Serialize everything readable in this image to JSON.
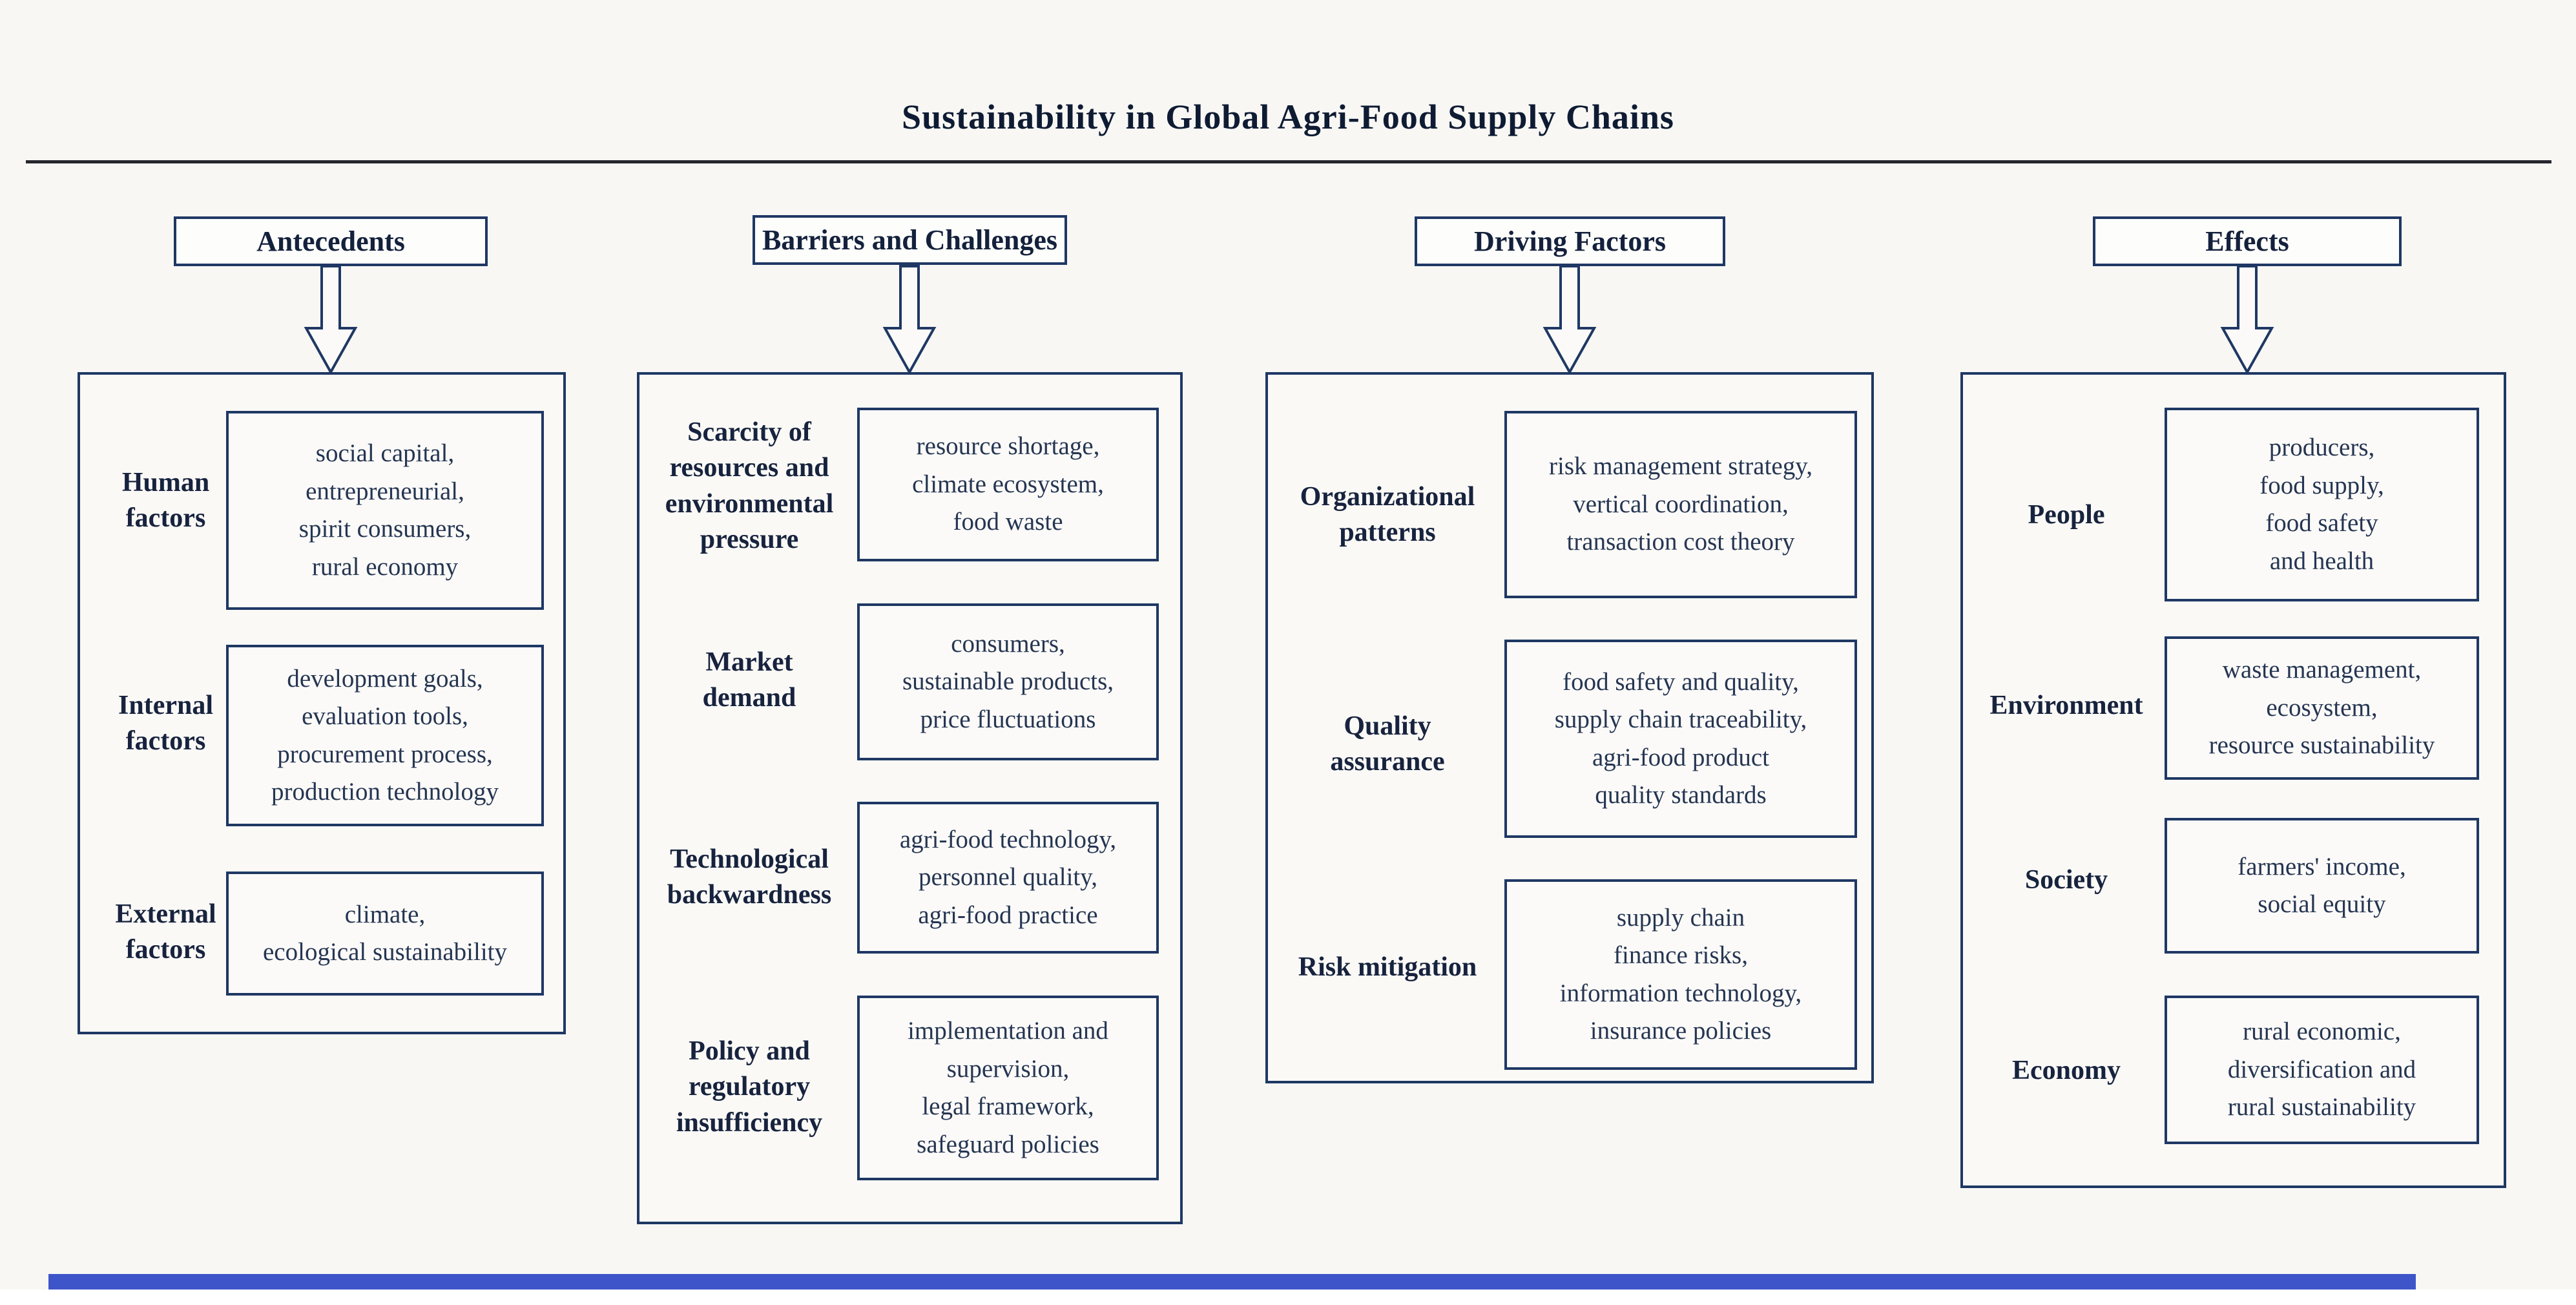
{
  "title": "Sustainability in Global Agri-Food Supply Chains",
  "colors": {
    "border_navy": "#1f3864",
    "background": "#f8f7f4",
    "divider": "#26262e",
    "bottom_accent_bar": "#3d55c9",
    "text": "#17233e"
  },
  "columns": [
    {
      "header": "Antecedents",
      "rows": [
        {
          "label": [
            "Human",
            "factors"
          ],
          "items": [
            "social capital,",
            "entrepreneurial,",
            "spirit consumers,",
            "rural economy"
          ]
        },
        {
          "label": [
            "Internal",
            "factors"
          ],
          "items": [
            "development goals,",
            "evaluation tools,",
            "procurement process,",
            "production technology"
          ]
        },
        {
          "label": [
            "External",
            "factors"
          ],
          "items": [
            "climate,",
            "ecological sustainability"
          ]
        }
      ]
    },
    {
      "header": "Barriers and Challenges",
      "rows": [
        {
          "label": [
            "Scarcity of",
            "resources and",
            "environmental",
            "pressure"
          ],
          "items": [
            "resource shortage,",
            "climate ecosystem,",
            "food waste"
          ]
        },
        {
          "label": [
            "Market",
            "demand"
          ],
          "items": [
            "consumers,",
            "sustainable products,",
            "price fluctuations"
          ]
        },
        {
          "label": [
            "Technological",
            "backwardness"
          ],
          "items": [
            "agri-food technology,",
            "personnel quality,",
            "agri-food practice"
          ]
        },
        {
          "label": [
            "Policy and",
            "regulatory",
            "insufficiency"
          ],
          "items": [
            "implementation and",
            "supervision,",
            "legal framework,",
            "safeguard policies"
          ]
        }
      ]
    },
    {
      "header": "Driving Factors",
      "rows": [
        {
          "label": [
            "Organizational",
            "patterns"
          ],
          "items": [
            "risk management strategy,",
            "vertical coordination,",
            "transaction cost theory"
          ]
        },
        {
          "label": [
            "Quality",
            "assurance"
          ],
          "items": [
            "food safety and quality,",
            "supply chain traceability,",
            "agri-food product",
            "quality standards"
          ]
        },
        {
          "label": [
            "Risk mitigation"
          ],
          "items": [
            "supply chain",
            "finance risks,",
            "information technology,",
            "insurance policies"
          ]
        }
      ]
    },
    {
      "header": "Effects",
      "rows": [
        {
          "label": [
            "People"
          ],
          "items": [
            "producers,",
            "food supply,",
            "food safety",
            "and health"
          ]
        },
        {
          "label": [
            "Environment"
          ],
          "items": [
            "waste management,",
            "ecosystem,",
            "resource sustainability"
          ]
        },
        {
          "label": [
            "Society"
          ],
          "items": [
            "farmers' income,",
            "social equity"
          ]
        },
        {
          "label": [
            "Economy"
          ],
          "items": [
            "rural economic,",
            "diversification and",
            "rural sustainability"
          ]
        }
      ]
    }
  ]
}
